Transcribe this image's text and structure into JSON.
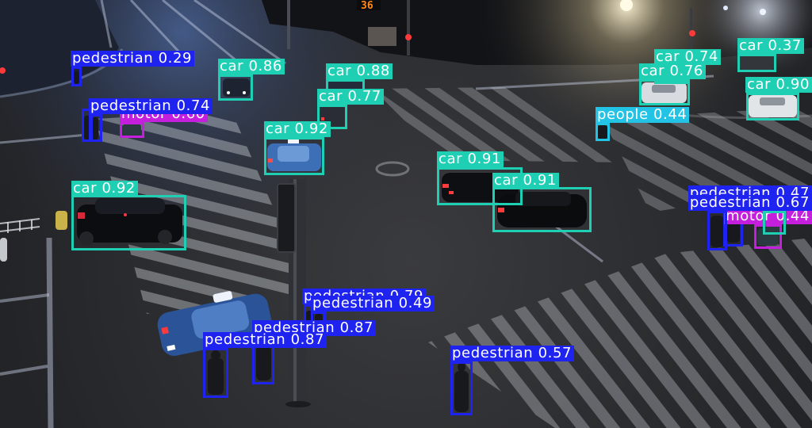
{
  "scene": {
    "countdown_display": "36"
  },
  "palette": {
    "car": "#1fcfb3",
    "pedestrian": "#1f23f0",
    "motor": "#c31fdc",
    "people": "#22c3e4",
    "label_text": "#ffffff",
    "countdown": "#ff8a1c"
  },
  "detections": [
    {
      "class": "pedestrian",
      "score": "0.29"
    },
    {
      "class": "car",
      "score": "0.86"
    },
    {
      "class": "car",
      "score": "0.88"
    },
    {
      "class": "car",
      "score": "0.77"
    },
    {
      "class": "motor",
      "score": "0.60"
    },
    {
      "class": "pedestrian",
      "score": "0.74"
    },
    {
      "class": "car",
      "score": "0.92"
    },
    {
      "class": "car",
      "score": "0.92"
    },
    {
      "class": "car",
      "score": "0.91"
    },
    {
      "class": "car",
      "score": "0.91"
    },
    {
      "class": "car",
      "score": "0.74"
    },
    {
      "class": "car",
      "score": "0.76"
    },
    {
      "class": "car",
      "score": "0.37"
    },
    {
      "class": "car",
      "score": "0.90"
    },
    {
      "class": "people",
      "score": "0.44"
    },
    {
      "class": "pedestrian",
      "score": "0.47"
    },
    {
      "class": "motor",
      "score": "0.44"
    },
    {
      "class": "pedestrian",
      "score": "0.67"
    },
    {
      "class": "pedestrian",
      "score": "0.79"
    },
    {
      "class": "pedestrian",
      "score": "0.49"
    },
    {
      "class": "pedestrian",
      "score": "0.87"
    },
    {
      "class": "pedestrian",
      "score": "0.87"
    },
    {
      "class": "pedestrian",
      "score": "0.57"
    }
  ]
}
